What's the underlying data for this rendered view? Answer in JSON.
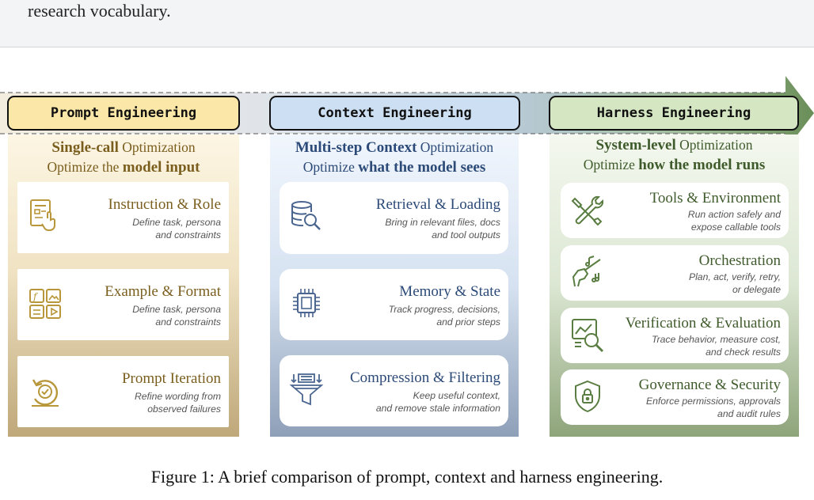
{
  "top_text": "research vocabulary.",
  "columns": [
    {
      "tab": "Prompt Engineering",
      "h1_bold": "Single-call",
      "h1_rest": " Optimization",
      "h2_pre": "Optimize the ",
      "h2_bold": "model input",
      "cards": [
        {
          "title": "Instruction & Role",
          "d1": "Define task, persona",
          "d2": "and constraints",
          "icon": "instruction-document-icon"
        },
        {
          "title": "Example & Format",
          "d1": "Define task, persona",
          "d2": "and constraints",
          "icon": "format-layout-icon"
        },
        {
          "title": "Prompt Iteration",
          "d1": "Refine wording from",
          "d2": "observed failures",
          "icon": "iteration-cycle-icon"
        }
      ]
    },
    {
      "tab": "Context Engineering",
      "h1_bold": "Multi-step Context",
      "h1_rest": " Optimization",
      "h2_pre": "Optimize ",
      "h2_bold": "what the model sees",
      "cards": [
        {
          "title": "Retrieval & Loading",
          "d1": "Bring in relevant files, docs",
          "d2": "and tool outputs",
          "icon": "database-search-icon"
        },
        {
          "title": "Memory & State",
          "d1": "Track progress, decisions,",
          "d2": "and prior steps",
          "icon": "memory-chip-icon"
        },
        {
          "title": "Compression & Filtering",
          "d1": "Keep useful context,",
          "d2": "and remove stale information",
          "icon": "filter-funnel-icon"
        }
      ]
    },
    {
      "tab": "Harness Engineering",
      "h1_bold": "System-level",
      "h1_rest": " Optimization",
      "h2_pre": "Optimize ",
      "h2_bold": "how the model runs",
      "cards": [
        {
          "title": "Tools & Environment",
          "d1": "Run action safely and",
          "d2": "expose callable tools",
          "icon": "tools-wrench-icon"
        },
        {
          "title": "Orchestration",
          "d1": "Plan, act, verify, retry,",
          "d2": "or delegate",
          "icon": "conductor-baton-icon"
        },
        {
          "title": "Verification & Evaluation",
          "d1": "Trace behavior, measure cost,",
          "d2": "and check results",
          "icon": "chart-magnifier-icon"
        },
        {
          "title": "Governance & Security",
          "d1": "Enforce permissions, approvals",
          "d2": "and audit rules",
          "icon": "shield-lock-icon"
        }
      ]
    }
  ],
  "caption": "Figure 1: A brief comparison of prompt, context and harness engineering.",
  "colors": {
    "prompt_accent": "#b8963a",
    "context_accent": "#4a6690",
    "harness_accent": "#5a7d42",
    "arrow_green": "#4f7a3a"
  }
}
